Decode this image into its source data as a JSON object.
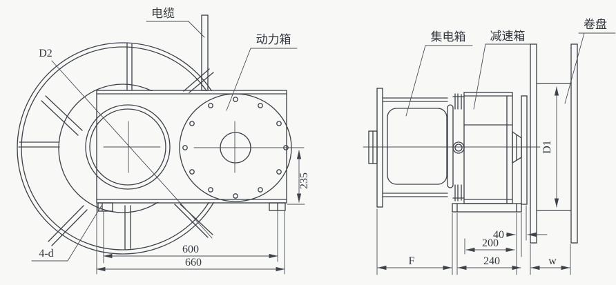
{
  "drawing": {
    "labels": {
      "cable": "电缆",
      "power_box": "动力箱",
      "d2": "D2",
      "four_d": "4-d",
      "collector_box": "集电箱",
      "reduction_box": "减速箱",
      "reel": "卷盘",
      "d1": "D1",
      "f": "F",
      "w": "w"
    },
    "dimensions": {
      "d235": "235",
      "d600": "600",
      "d660": "660",
      "d40": "40",
      "d200": "200",
      "d240": "240"
    },
    "colors": {
      "line": "#3e434b",
      "background": "#f8f8f6"
    }
  }
}
